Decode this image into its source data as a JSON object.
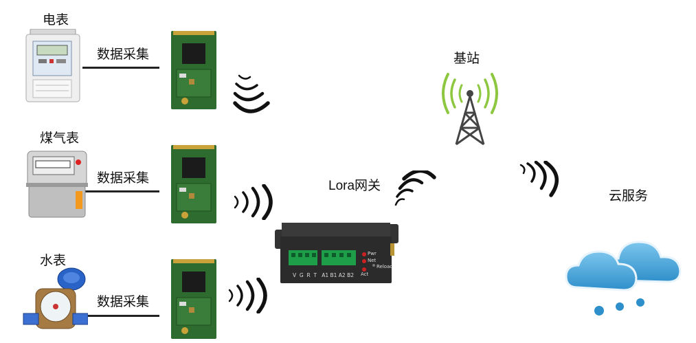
{
  "labels": {
    "meter_electric": "电表",
    "meter_gas": "煤气表",
    "meter_water": "水表",
    "data_collect_1": "数据采集",
    "data_collect_2": "数据采集",
    "data_collect_3": "数据采集",
    "gateway": "Lora网关",
    "base_station": "基站",
    "cloud_service": "云服务"
  },
  "gateway_panel": {
    "terminals": "V  G  R  T   A1 B1 A2 B2",
    "led_pwr": "Pwr",
    "led_net": "Net",
    "led_act": "Act",
    "reload": "Reload"
  },
  "colors": {
    "tower_waves": "#8dc63f",
    "cloud": "#3a9fd6",
    "pcb_green": "#2e6b2e",
    "gateway_body": "#2b2b2b",
    "terminal_green": "#1f9e4a"
  },
  "icons": [
    "electric-meter",
    "gas-meter",
    "water-meter",
    "lora-module",
    "wireless-waves",
    "lora-gateway",
    "cell-tower",
    "cloud"
  ]
}
